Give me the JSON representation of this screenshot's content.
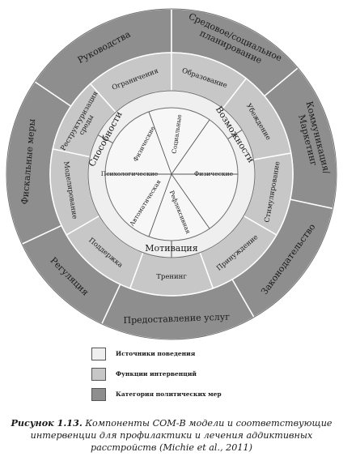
{
  "wheel": {
    "outer": [
      "Руководства",
      "Средовое/социальное планирование",
      "Коммуникация/ Маркетинг",
      "Законодательство",
      "Предоставление услуг",
      "Регуляция",
      "Фискальные меры"
    ],
    "middle": [
      "Ограничения",
      "Образование",
      "Убеждение",
      "Стимулирование",
      "Принуждение",
      "Тренинг",
      "Поддержка",
      "Моделирование",
      "Реструктуризация среды"
    ],
    "core": {
      "capability": "Способности",
      "opportunity": "Возможности",
      "motivation": "Мотивация",
      "physical_cap": "Физические",
      "psychological": "Психологические",
      "social": "Социальные",
      "physical_opp": "Физические",
      "reflective": "Рефлексивная",
      "automatic": "Автоматическая"
    }
  },
  "legend": [
    {
      "label": "Источники поведения",
      "color": "#efefef"
    },
    {
      "label": "Функции интервенций",
      "color": "#c7c7c7"
    },
    {
      "label": "Категория политических мер",
      "color": "#8e8e8e"
    }
  ],
  "caption": {
    "prefix": "Рисунок 1.13.",
    "text": " Компоненты COM-B модели и соответствующие интервенции для профилактики и лечения аддиктивных расстройств (Michie et al., 2011)"
  }
}
